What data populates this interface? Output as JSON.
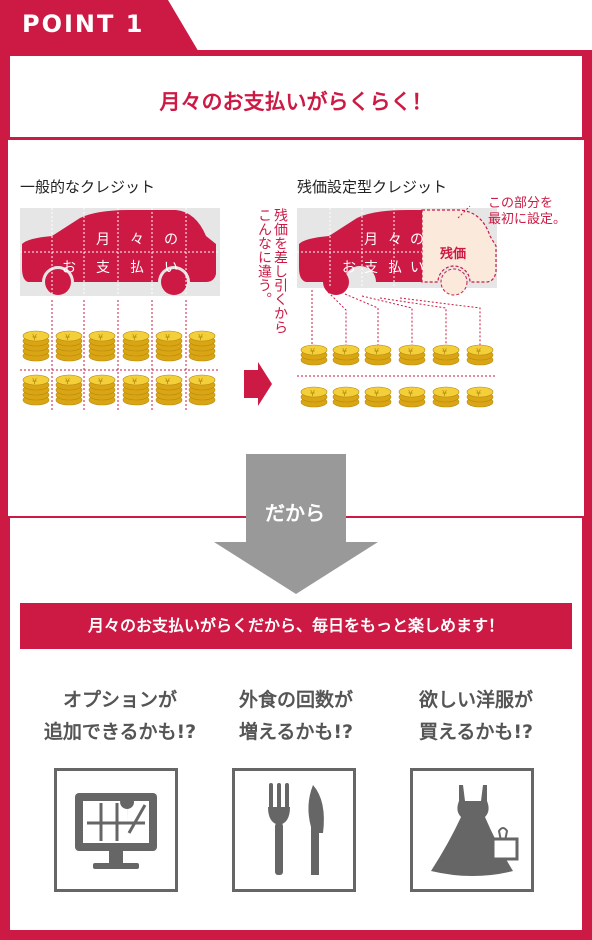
{
  "point_label": "POINT 1",
  "title": "月々のお支払いがらくらく！",
  "comparison": {
    "left_label": "一般的なクレジット",
    "left_car_text": [
      "月",
      "々",
      "の",
      "お",
      "支",
      "払",
      "い"
    ],
    "right_label": "残価設定型クレジット",
    "right_car_text": [
      "月",
      "々",
      "の",
      "お",
      "支",
      "払",
      "い"
    ],
    "residual_label": "残価",
    "callout": [
      "この部分を",
      "最初に設定。"
    ],
    "vertical_note": [
      "残価を差し引くから",
      "こんなに違う。"
    ]
  },
  "dakara": "だから",
  "banner": "月々のお支払いがらくだから、毎日をもっと楽しめます！",
  "benefits": [
    {
      "line1": "オプションが",
      "line2": "追加できるかも!?",
      "icon": "car-navigation-icon"
    },
    {
      "line1": "外食の回数が",
      "line2": "増えるかも!?",
      "icon": "fork-knife-icon"
    },
    {
      "line1": "欲しい洋服が",
      "line2": "買えるかも!?",
      "icon": "dress-icon"
    }
  ],
  "colors": {
    "accent": "#cc1a44",
    "gray": "#999999",
    "coin": "#e8b820"
  }
}
